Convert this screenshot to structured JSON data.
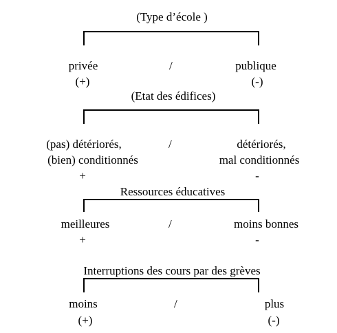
{
  "diagram": {
    "levels": [
      {
        "title": "(Type d’école )",
        "left": {
          "lines": [
            "privée"
          ],
          "sign": "(+)"
        },
        "separator": "/",
        "right": {
          "lines": [
            "publique"
          ],
          "sign": "(-)"
        }
      },
      {
        "title": "(Etat des édifices)",
        "left": {
          "lines": [
            "(pas) détériorés,",
            "(bien) conditionnés"
          ],
          "sign": "+"
        },
        "separator": "/",
        "right": {
          "lines": [
            "détériorés,",
            "mal conditionnés"
          ],
          "sign": "-"
        }
      },
      {
        "title": "Ressources éducatives",
        "left": {
          "lines": [
            "meilleures"
          ],
          "sign": "+"
        },
        "separator": "/",
        "right": {
          "lines": [
            "moins bonnes"
          ],
          "sign": "-"
        }
      },
      {
        "title": "Interruptions des cours par des grèves",
        "left": {
          "lines": [
            "moins"
          ],
          "sign": "(+)"
        },
        "separator": "/",
        "right": {
          "lines": [
            "plus"
          ],
          "sign": "(-)"
        }
      }
    ]
  }
}
